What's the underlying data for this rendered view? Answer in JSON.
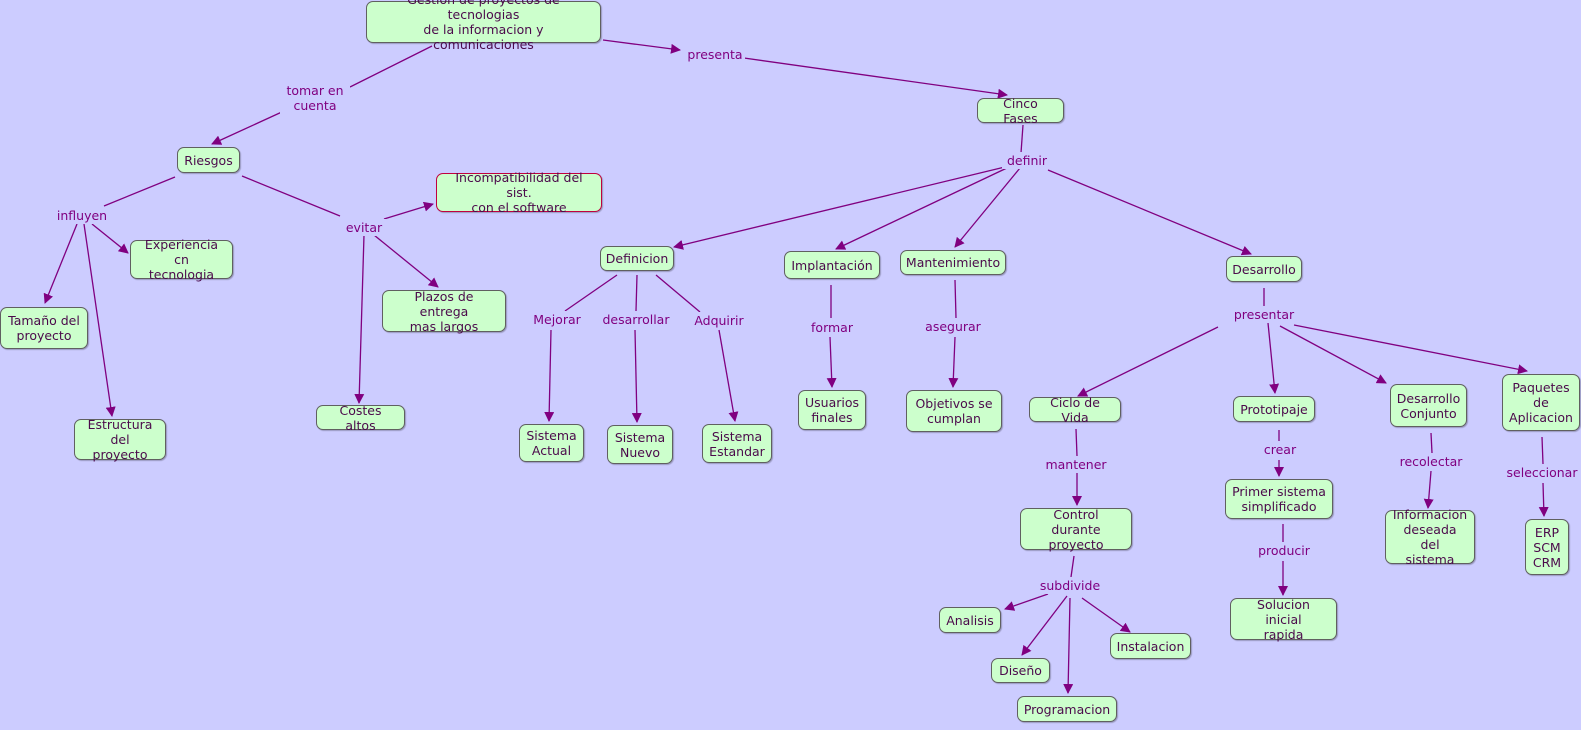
{
  "concept_map": {
    "nodes": {
      "gestion": "Gestion de proyectos de tecnologias\nde la informacion y comunicaciones",
      "cinco_fases": "Cinco Fases",
      "riesgos": "Riesgos",
      "incompatibilidad": "Incompatibilidad del sist.\ncon el software",
      "experiencia": "Experiencia cn\ntecnologia",
      "tamano": "Tamaño del\nproyecto",
      "estructura": "Estructura\ndel proyecto",
      "plazos": "Plazos de entrega\nmas largos",
      "costes": "Costes altos",
      "definicion": "Definicion",
      "implantacion": "Implantación",
      "mantenimiento": "Mantenimiento",
      "desarrollo": "Desarrollo",
      "sistema_actual": "Sistema\nActual",
      "sistema_nuevo": "Sistema\nNuevo",
      "sistema_estandar": "Sistema\nEstandar",
      "usuarios_finales": "Usuarios\nfinales",
      "objetivos": "Objetivos se\ncumplan",
      "ciclo_vida": "Ciclo de Vida",
      "prototipaje": "Prototipaje",
      "desarrollo_conjunto": "Desarrollo\nConjunto",
      "paquetes": "Paquetes\nde\nAplicacion",
      "control": "Control durante\nproyecto",
      "primer_sistema": "Primer sistema\nsimplificado",
      "informacion": "Informacion\ndeseada del\nsistema",
      "erp": "ERP\nSCM\nCRM",
      "solucion": "Solucion inicial\nrapida",
      "analisis": "Analisis",
      "diseno": "Diseño",
      "instalacion": "Instalacion",
      "programacion": "Programacion"
    },
    "links": {
      "tomar": "tomar en\ncuenta",
      "presenta": "presenta",
      "definir": "definir",
      "influyen": "influyen",
      "evitar": "evitar",
      "mejorar": "Mejorar",
      "desarrollar": "desarrollar",
      "adquirir": "Adquirir",
      "formar": "formar",
      "asegurar": "asegurar",
      "presentar": "presentar",
      "mantener": "mantener",
      "crear": "crear",
      "recolectar": "recolectar",
      "seleccionar": "seleccionar",
      "producir": "producir",
      "subdivide": "subdivide"
    }
  },
  "colors": {
    "background": "#ccccff",
    "node_fill": "#ccffcc",
    "line": "#800080",
    "highlight_border": "#c00040"
  }
}
